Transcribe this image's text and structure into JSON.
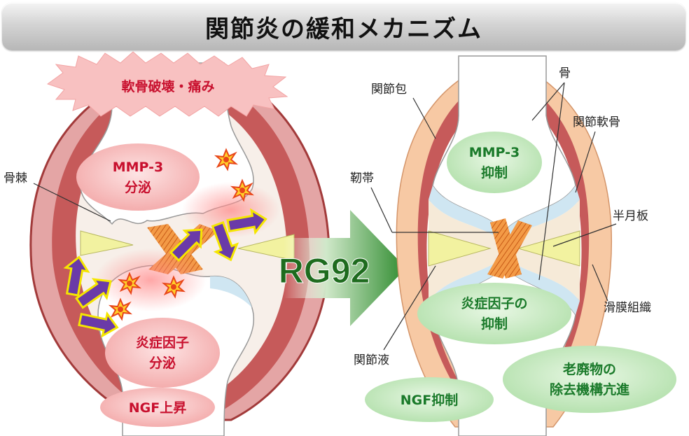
{
  "title": "関節炎の緩和メカニズム",
  "left": {
    "burst": "軟骨破壊・痛み",
    "mmp_line1": "MMP-3",
    "mmp_line2": "分泌",
    "osteophyte_label": "骨棘",
    "inflam_line1": "炎症因子",
    "inflam_line2": "分泌",
    "ngf": "NGF上昇"
  },
  "center": {
    "drug": "RG92"
  },
  "right": {
    "capsule_label": "関節包",
    "bone_label": "骨",
    "cartilage_label": "関節軟骨",
    "ligament_label": "靭帯",
    "meniscus_label": "半月板",
    "synovium_label": "滑膜組織",
    "fluid_label": "関節液",
    "mmp_line1": "MMP-3",
    "mmp_line2": "抑制",
    "inflam_line1": "炎症因子の",
    "inflam_line2": "抑制",
    "ngf": "NGF抑制",
    "waste_line1": "老廃物の",
    "waste_line2": "除去機構亢進"
  },
  "colors": {
    "red_text": "#c8102e",
    "green_text": "#1a7a2a",
    "pink_fill": "#f6b9b9",
    "green_fill": "#c6e9c2",
    "arrow_purple": "#6a3aa8",
    "arrow_border": "#f5e600",
    "drug_arrow": "#2e8b2e"
  }
}
